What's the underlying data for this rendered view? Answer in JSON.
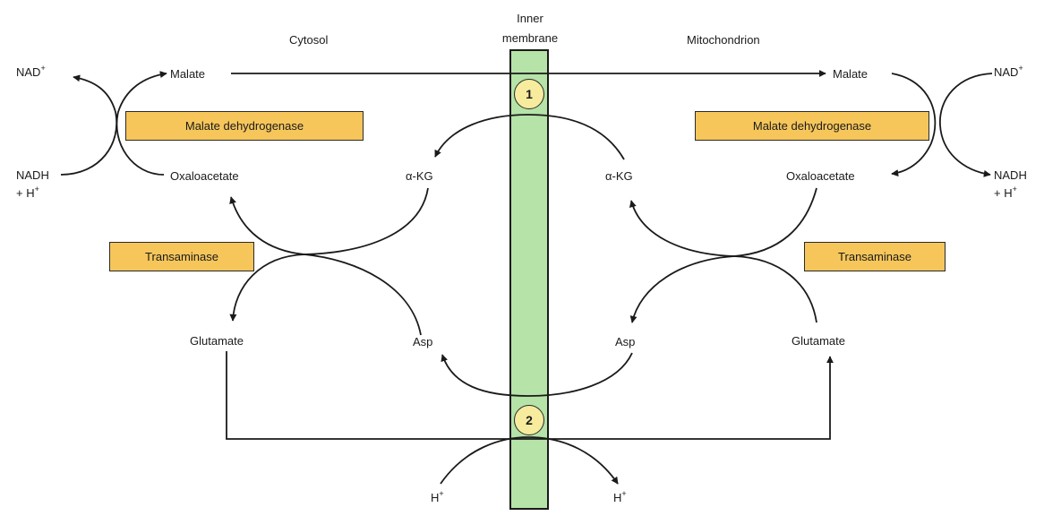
{
  "regions": {
    "cytosol": "Cytosol",
    "inner_membrane_line1": "Inner",
    "inner_membrane_line2": "membrane",
    "mitochondrion": "Mitochondrion"
  },
  "cytosol_side": {
    "nad": "NAD",
    "nad_sup": "+",
    "malate": "Malate",
    "nadh": "NADH",
    "h_plus_line": "+ H",
    "h_sup": "+",
    "oxaloacetate": "Oxaloacetate",
    "akg": "α-KG",
    "glutamate": "Glutamate",
    "asp": "Asp",
    "enzyme_mdh": "Malate dehydrogenase",
    "enzyme_transaminase": "Transaminase"
  },
  "mito_side": {
    "nad": "NAD",
    "nad_sup": "+",
    "malate": "Malate",
    "nadh": "NADH",
    "h_plus_line": "+ H",
    "h_sup": "+",
    "oxaloacetate": "Oxaloacetate",
    "akg": "α-KG",
    "glutamate": "Glutamate",
    "asp": "Asp",
    "enzyme_mdh": "Malate dehydrogenase",
    "enzyme_transaminase": "Transaminase"
  },
  "proton": {
    "left": "H",
    "left_sup": "+",
    "right": "H",
    "right_sup": "+"
  },
  "transporters": {
    "t1": "1",
    "t2": "2"
  },
  "colors": {
    "membrane": "#b5e3a8",
    "enzyme_box": "#f6c65b",
    "transporter": "#f7eb9e",
    "line": "#1a1a1a"
  }
}
